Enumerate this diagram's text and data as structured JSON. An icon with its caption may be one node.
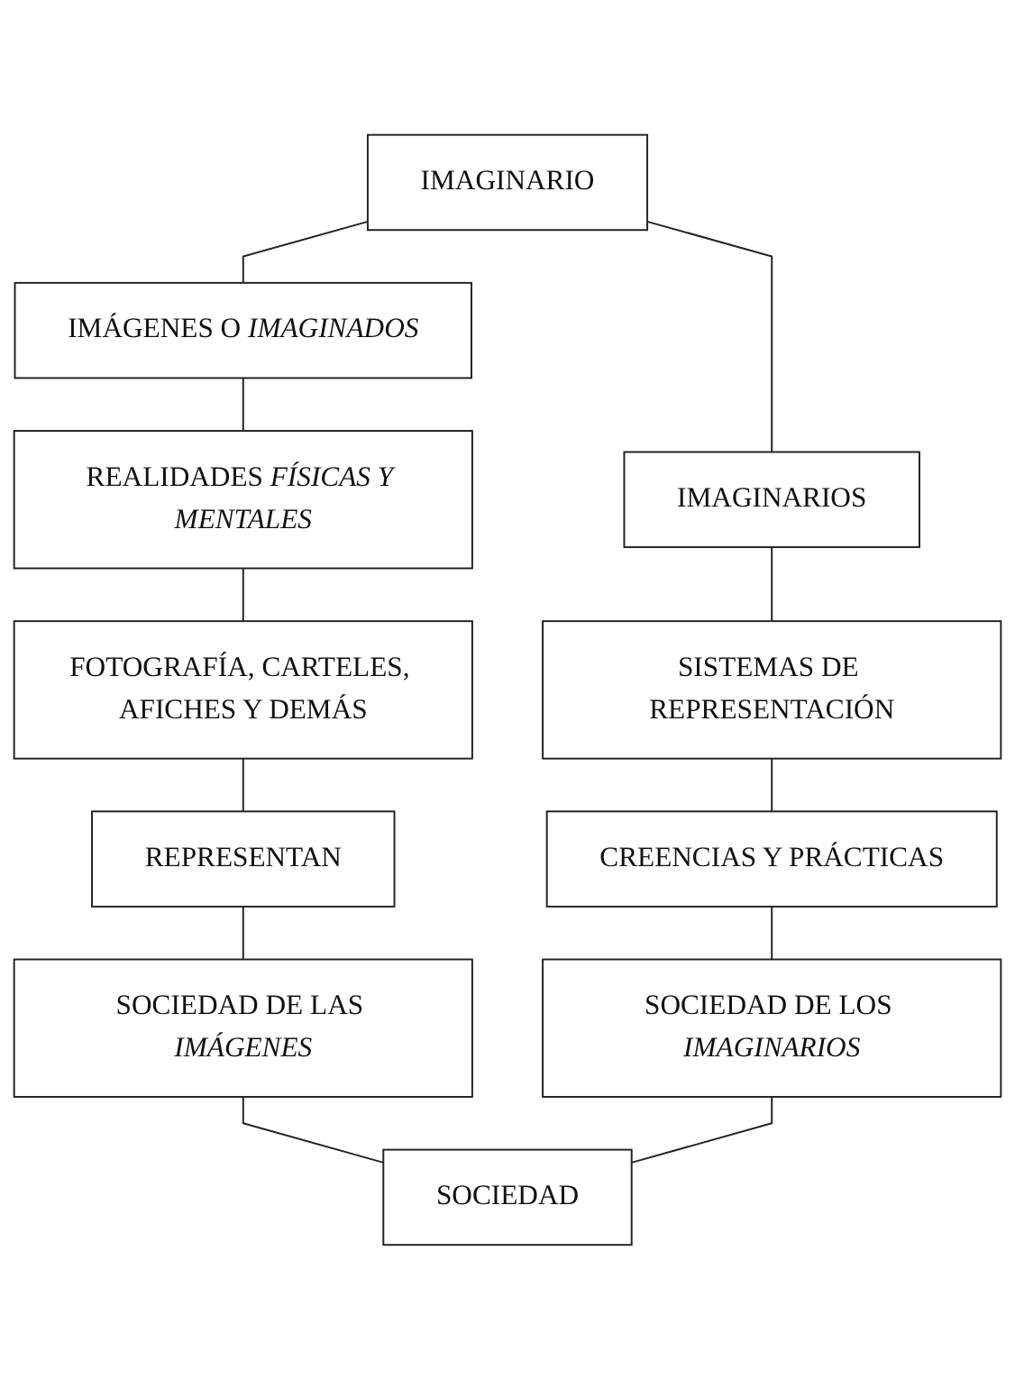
{
  "diagram": {
    "nodes": [
      {
        "text": [
          "IMAGINARIO"
        ]
      },
      {
        "text": [
          "IMÁGENES O *IMAGINADOS*"
        ]
      },
      {
        "text": [
          "REALIDADES *FÍSICAS Y MENTALES*"
        ]
      },
      {
        "text": [
          "FOTOGRAFÍA, CARTELES, AFICHES Y DEMÁS"
        ]
      },
      {
        "text": [
          "REPRESENTAN"
        ]
      },
      {
        "text": [
          "SOCIEDAD DE LAS *IMÁGENES*"
        ]
      },
      {
        "text": [
          "IMAGINARIOS"
        ]
      },
      {
        "text": [
          "SISTEMAS DE REPRESENTACIÓN"
        ]
      },
      {
        "text": [
          "CREENCIAS Y PRÁCTICAS"
        ]
      },
      {
        "text": [
          "SOCIEDAD DE LOS *IMAGINARIOS*"
        ]
      },
      {
        "text": [
          "SOCIEDAD"
        ]
      }
    ],
    "edges": [
      {
        "from": 0,
        "to": 1,
        "arrow": "none"
      },
      {
        "from": 1,
        "to": 2,
        "arrow": "none"
      },
      {
        "from": 2,
        "to": 3,
        "arrow": "none"
      },
      {
        "from": 3,
        "to": 4,
        "arrow": "none"
      },
      {
        "from": 4,
        "to": 5,
        "arrow": "none"
      },
      {
        "from": 5,
        "to": 10,
        "arrow": "none"
      },
      {
        "from": 0,
        "to": 6,
        "arrow": "none"
      },
      {
        "from": 6,
        "to": 7,
        "arrow": "none"
      },
      {
        "from": 7,
        "to": 8,
        "arrow": "none"
      },
      {
        "from": 8,
        "to": 9,
        "arrow": "none"
      },
      {
        "from": 9,
        "to": 10,
        "arrow": "none"
      }
    ]
  }
}
